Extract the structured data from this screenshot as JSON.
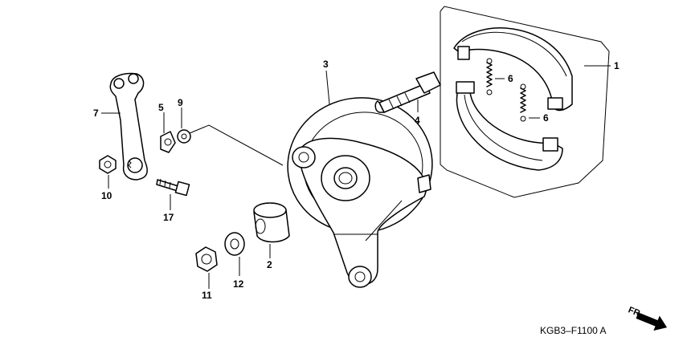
{
  "diagram": {
    "callouts": [
      {
        "id": "1",
        "text": "1"
      },
      {
        "id": "2",
        "text": "2"
      },
      {
        "id": "3",
        "text": "3"
      },
      {
        "id": "4",
        "text": "4"
      },
      {
        "id": "5",
        "text": "5"
      },
      {
        "id": "6a",
        "text": "6"
      },
      {
        "id": "6b",
        "text": "6"
      },
      {
        "id": "7",
        "text": "7"
      },
      {
        "id": "9",
        "text": "9"
      },
      {
        "id": "10",
        "text": "10"
      },
      {
        "id": "11",
        "text": "11"
      },
      {
        "id": "12",
        "text": "12"
      },
      {
        "id": "17",
        "text": "17"
      }
    ],
    "diagram_code": "KGB3–F1100 A",
    "direction_label": "FR."
  }
}
